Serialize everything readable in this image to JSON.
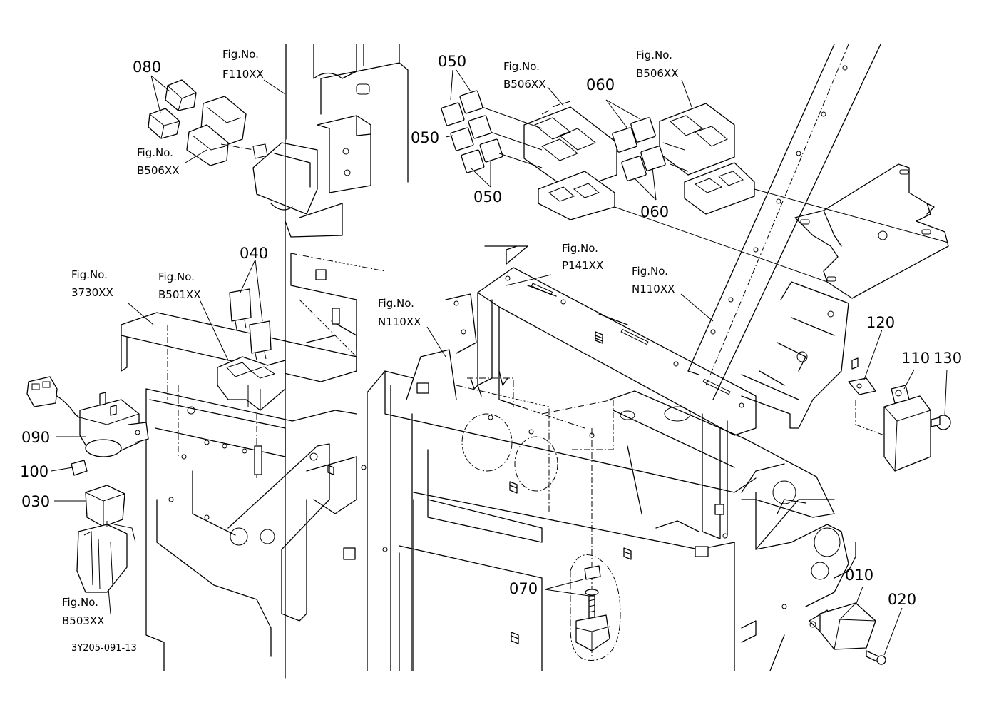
{
  "diagram_code": "3Y205-091-13",
  "fig_refs": {
    "f110": {
      "label": "Fig.No.",
      "code": "F110XX"
    },
    "b506_left": {
      "label": "Fig.No.",
      "code": "B506XX"
    },
    "b506_mid": {
      "label": "Fig.No.",
      "code": "B506XX"
    },
    "b506_right": {
      "label": "Fig.No.",
      "code": "B506XX"
    },
    "p141": {
      "label": "Fig.No.",
      "code": "P141XX"
    },
    "n110_right": {
      "label": "Fig.No.",
      "code": "N110XX"
    },
    "n110_center": {
      "label": "Fig.No.",
      "code": "N110XX"
    },
    "a3730": {
      "label": "Fig.No.",
      "code": "3730XX"
    },
    "b501": {
      "label": "Fig.No.",
      "code": "B501XX"
    },
    "b503": {
      "label": "Fig.No.",
      "code": "B503XX"
    }
  },
  "part_numbers": {
    "p080": "080",
    "p050_top": "050",
    "p050_mid": "050",
    "p050_bottom": "050",
    "p060_top": "060",
    "p060_bottom": "060",
    "p040": "040",
    "p090": "090",
    "p100": "100",
    "p030": "030",
    "p120": "120",
    "p110": "110",
    "p130": "130",
    "p070": "070",
    "p010": "010",
    "p020": "020"
  }
}
